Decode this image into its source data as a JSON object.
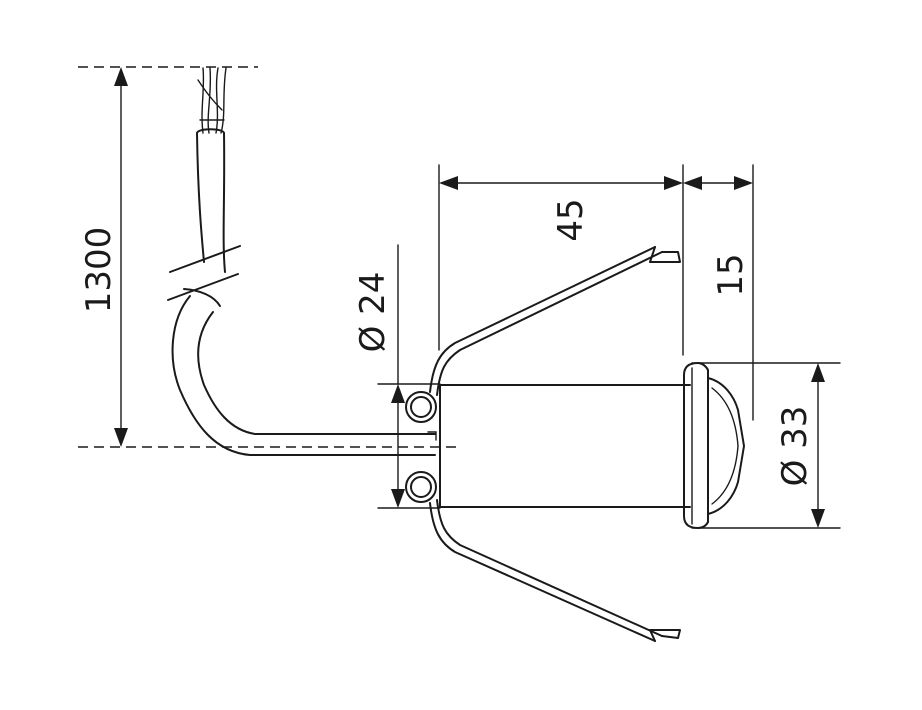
{
  "dimensions": {
    "cable_length": "1300",
    "body_diameter": "Ø 24",
    "length": "45",
    "cap_height": "15",
    "cap_diameter": "Ø 33"
  }
}
